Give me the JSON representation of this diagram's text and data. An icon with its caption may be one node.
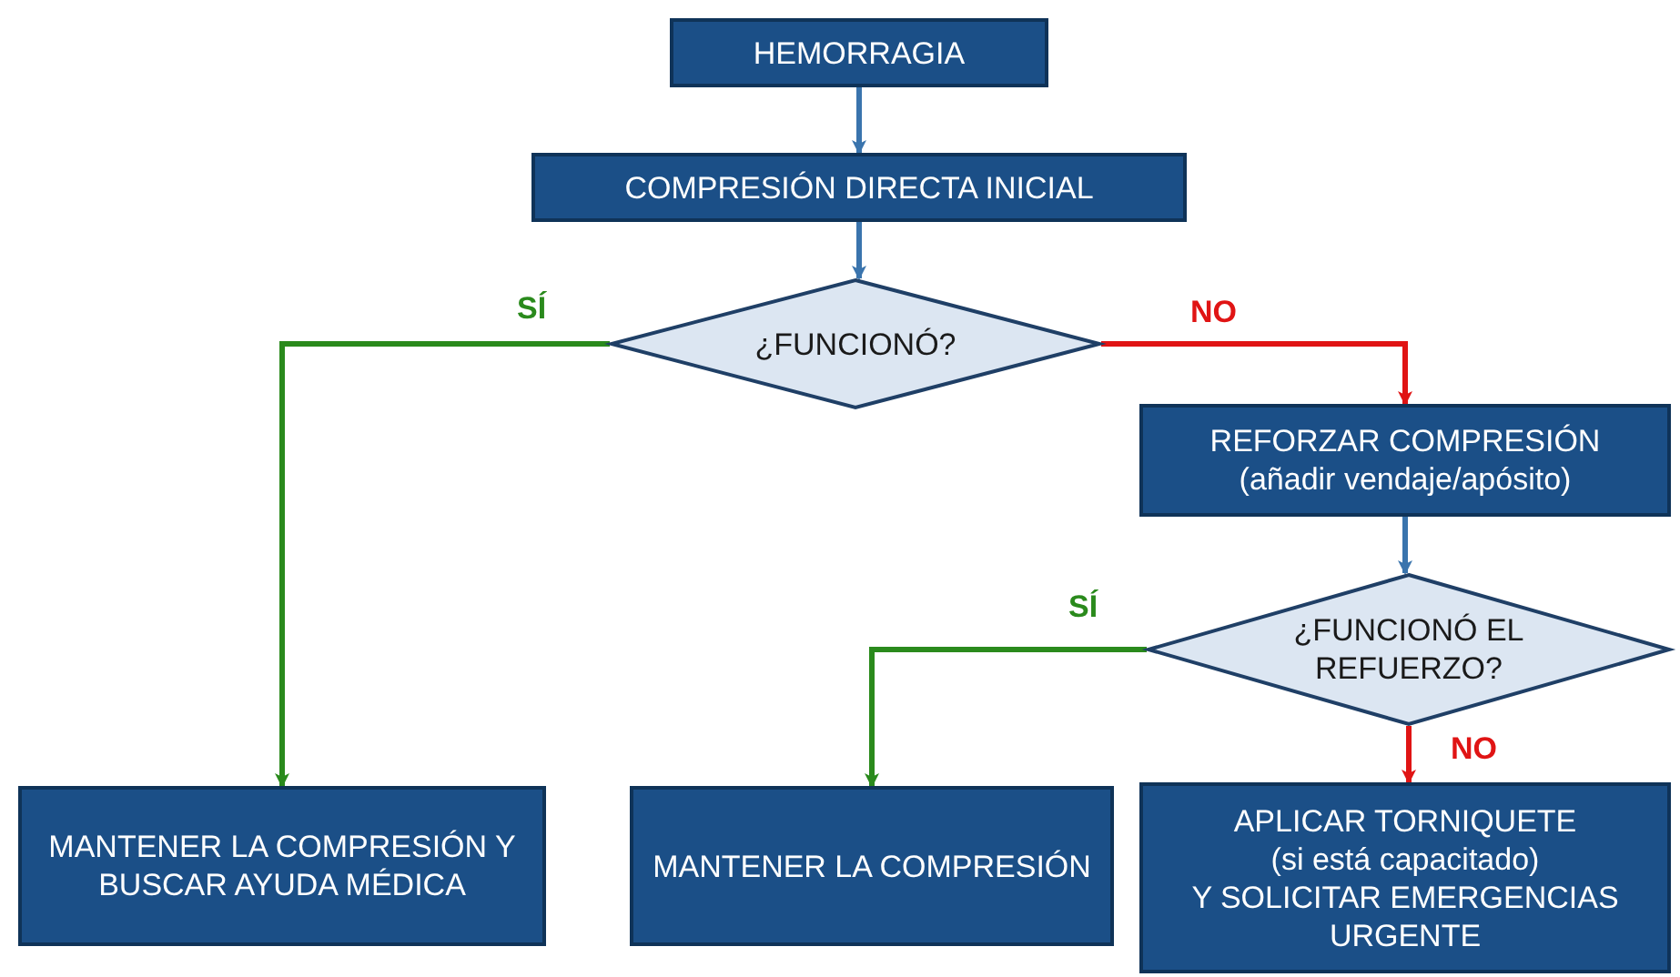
{
  "diagram": {
    "nodes": [
      {
        "text": [
          "HEMORRAGIA"
        ]
      },
      {
        "text": [
          "COMPRESIÓN DIRECTA INICIAL"
        ]
      },
      {
        "text": [
          "¿FUNCIONÓ?"
        ]
      },
      {
        "text": [
          "REFORZAR COMPRESIÓN",
          "(añadir vendaje/apósito)"
        ]
      },
      {
        "text": [
          "¿FUNCIONÓ EL REFUERZO?"
        ]
      },
      {
        "text": [
          "MANTENER LA COMPRESIÓN Y BUSCAR AYUDA MÉDICA"
        ]
      },
      {
        "text": [
          "MANTENER LA COMPRESIÓN"
        ]
      },
      {
        "text": [
          "APLICAR TORNIQUETE",
          "(si está capacitado)",
          "Y SOLICITAR EMERGENCIAS URGENTE"
        ]
      }
    ],
    "edges": [
      {
        "from": 0,
        "to": 1,
        "arrow": "to"
      },
      {
        "from": 1,
        "to": 2,
        "arrow": "to"
      },
      {
        "from": 2,
        "to": 5,
        "arrow": "to",
        "label": "SÍ",
        "color": "#2a8a1c"
      },
      {
        "from": 2,
        "to": 3,
        "arrow": "to",
        "label": "NO",
        "color": "#e01414"
      },
      {
        "from": 3,
        "to": 4,
        "arrow": "to"
      },
      {
        "from": 4,
        "to": 6,
        "arrow": "to",
        "label": "SÍ",
        "color": "#2a8a1c"
      },
      {
        "from": 4,
        "to": 7,
        "arrow": "to",
        "label": "NO",
        "color": "#e01414"
      }
    ]
  }
}
